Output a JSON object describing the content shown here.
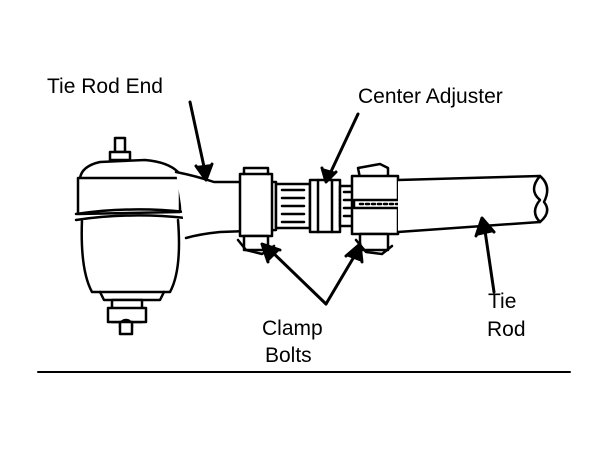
{
  "labels": {
    "tie_rod_end": "Tie Rod End",
    "center_adjuster": "Center Adjuster",
    "clamp_bolts_line1": "Clamp",
    "clamp_bolts_line2": "Bolts",
    "tie_rod_line1": "Tie",
    "tie_rod_line2": "Rod"
  },
  "colors": {
    "ink": "#000000",
    "paper": "#ffffff"
  }
}
